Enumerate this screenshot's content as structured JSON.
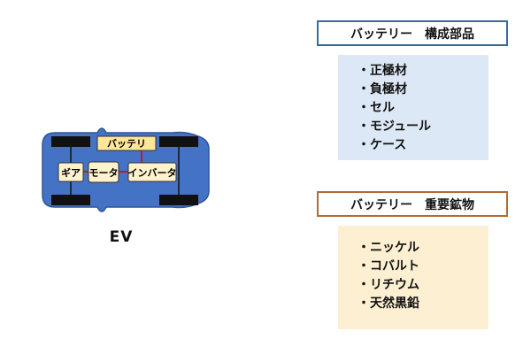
{
  "ev": {
    "caption": "EV",
    "battery_label": "バッテリ",
    "gear_label": "ギア",
    "motor_label": "モータ",
    "inverter_label": "インバータ",
    "colors": {
      "body": "#4472c4",
      "body_stroke": "#2f5597",
      "battery_fill": "#ffe699",
      "component_fill": "#fff2cc",
      "wire": "#e00000",
      "wheel": "#111111"
    }
  },
  "components_panel": {
    "title": "バッテリー　構成部品",
    "items": [
      "・正極材",
      "・負極材",
      "・セル",
      "・モジュール",
      "・ケース"
    ]
  },
  "minerals_panel": {
    "title": "バッテリー　重要鉱物",
    "items": [
      "・ニッケル",
      "・コバルト",
      "・リチウム",
      "・天然黒鉛"
    ]
  }
}
